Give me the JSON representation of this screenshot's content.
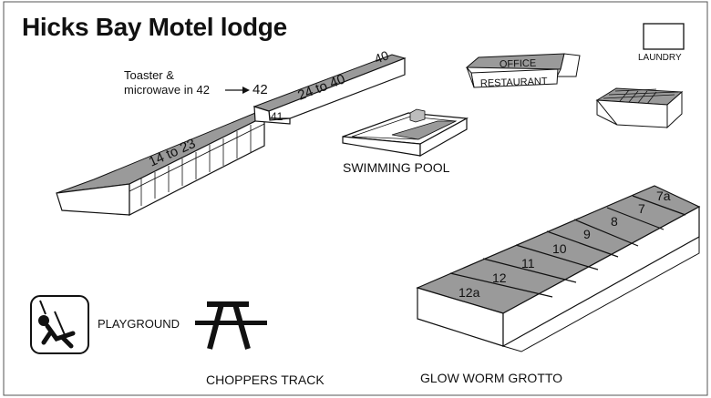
{
  "title": "Hicks Bay Motel lodge",
  "note": {
    "line1": "Toaster &",
    "line2": "microwave in 42",
    "unit": "42"
  },
  "places": {
    "laundry": "LAUNDRY",
    "office": "OFFICE",
    "restaurant": "RESTAURANT",
    "swimming_pool": "SWIMMING POOL",
    "playground": "PLAYGROUND",
    "choppers_track": "CHOPPERS TRACK",
    "glow_worm_grotto": "GLOW WORM GROTTO"
  },
  "buildings": {
    "block_a": "14 to 23",
    "block_b": "24 to 40",
    "block_b_end_unit": "40",
    "block_b_start_unit": "41"
  },
  "units": [
    "7a",
    "7",
    "8",
    "9",
    "10",
    "11",
    "12",
    "12a"
  ],
  "colors": {
    "roof": "#9a9a9a",
    "wall": "#ffffff",
    "line": "#111111"
  },
  "icons": {
    "playground": "swing-icon",
    "choppers_track": "picnic-table-icon",
    "note_arrow": "arrow-right-icon"
  }
}
